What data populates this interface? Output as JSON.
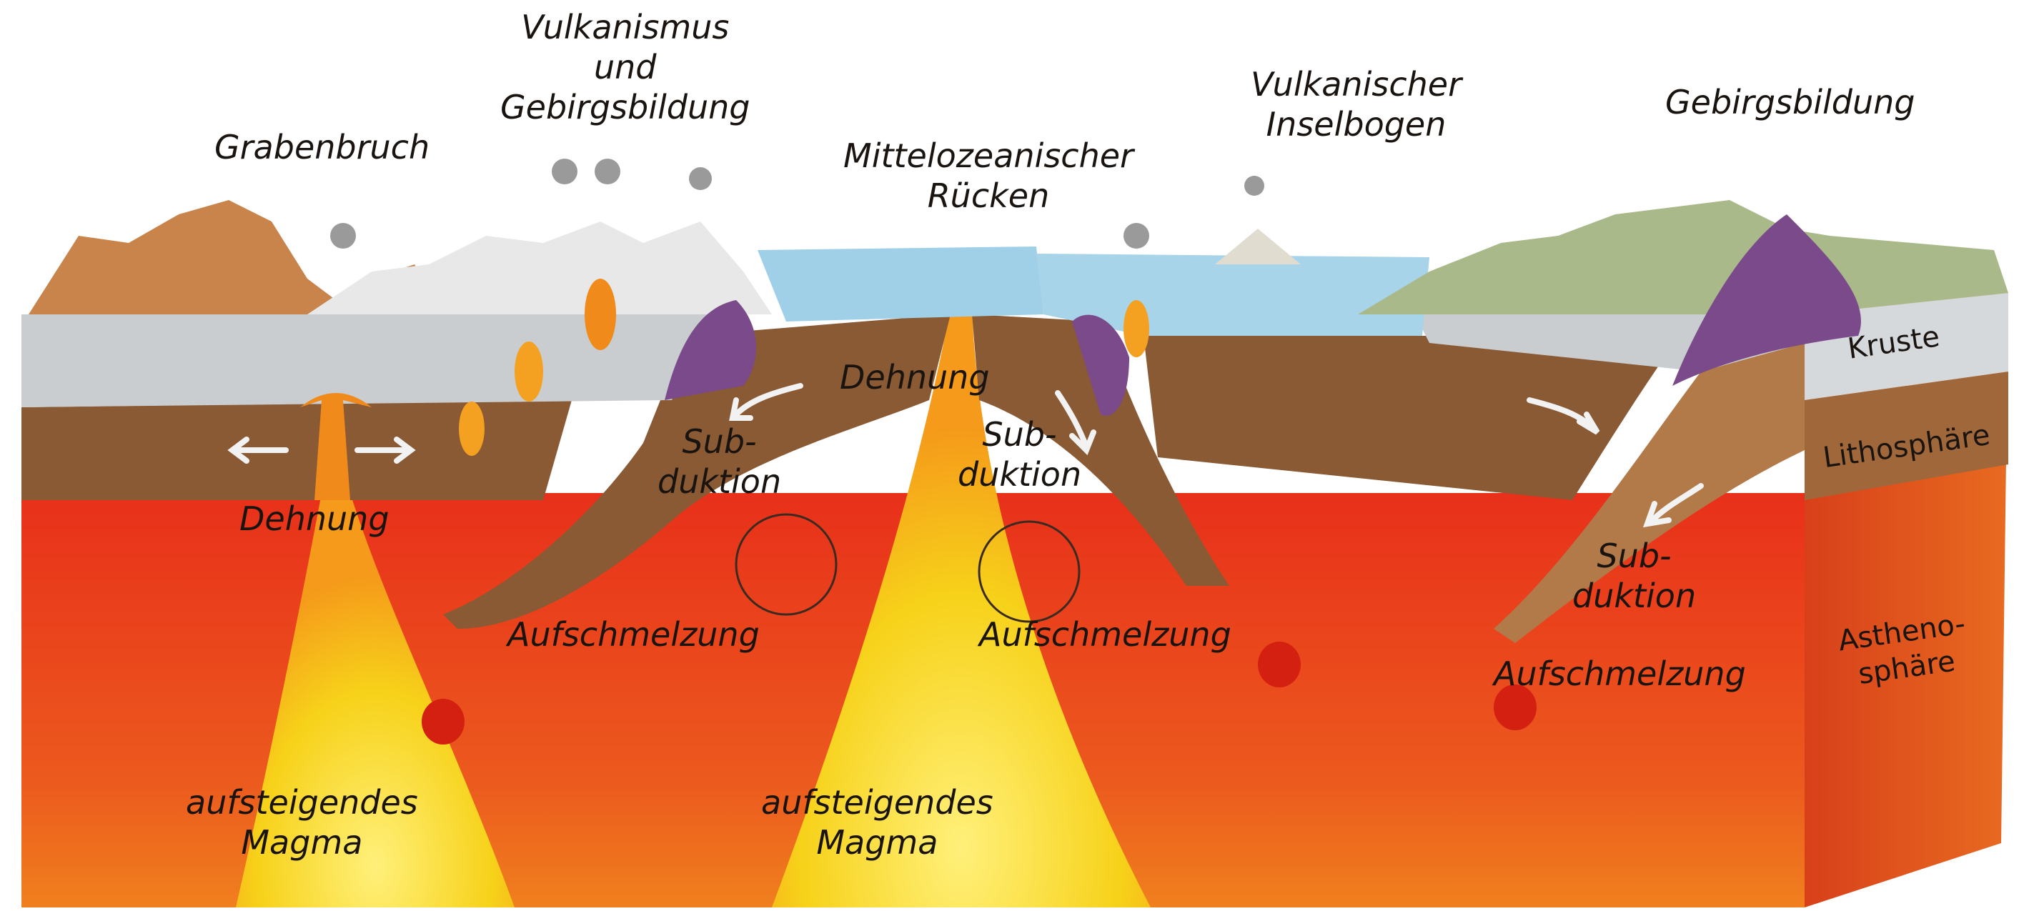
{
  "labels": {
    "grabenbruch": "Grabenbruch",
    "vulkanismus": [
      "Vulkanismus",
      "und",
      "Gebirgsbildung"
    ],
    "ruecken": [
      "Mittelozeanischer",
      "Rücken"
    ],
    "inselbogen": [
      "Vulkanischer",
      "Inselbogen"
    ],
    "gebirgsbildung": "Gebirgsbildung",
    "dehnung_left": "Dehnung",
    "dehnung_center": "Dehnung",
    "subduktion_left": [
      "Sub-",
      "duktion"
    ],
    "subduktion_center": [
      "Sub-",
      "duktion"
    ],
    "subduktion_right": [
      "Sub-",
      "duktion"
    ],
    "aufschmelzung_left": "Aufschmelzung",
    "aufschmelzung_center": "Aufschmelzung",
    "aufschmelzung_right": "Aufschmelzung",
    "magma_left": [
      "aufsteigendes",
      "Magma"
    ],
    "magma_center": [
      "aufsteigendes",
      "Magma"
    ],
    "kruste": "Kruste",
    "lithosphaere": "Lithosphäre",
    "asthenosphaere": [
      "Astheno-",
      "sphäre"
    ]
  },
  "colors": {
    "asthenosphere": "#e8401c",
    "magma": "#f7d21a",
    "lithosphere": "#8a5a34",
    "crust": "#c9cdd0",
    "ocean": "#9fd0e8",
    "mountains_brown": "#c8844a",
    "mountains_green": "#a9b98a",
    "arrow": "#f2f2f2"
  }
}
